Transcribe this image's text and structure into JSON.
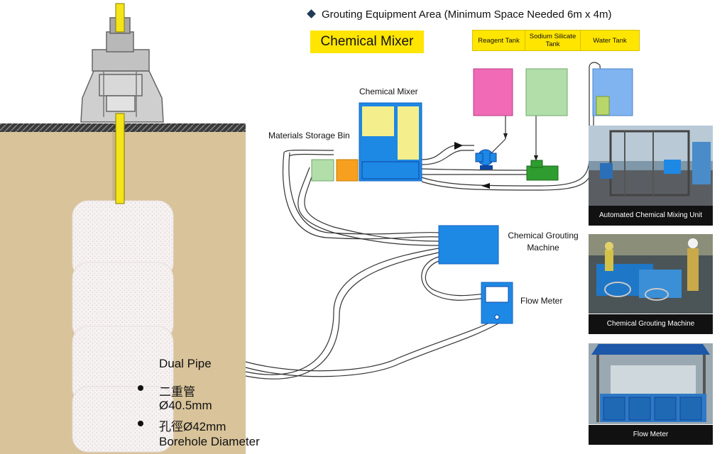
{
  "header": {
    "title": "Grouting Equipment Area (Minimum Space Needed 6m x 4m)",
    "mixer_banner": "Chemical Mixer",
    "tanks": [
      "Reagent Tank",
      "Sodium Silicate Tank",
      "Water Tank"
    ]
  },
  "labels": {
    "chemical_mixer": "Chemical Mixer",
    "storage_bin": "Materials Storage Bin",
    "grouting_machine": "Chemical Grouting Machine",
    "flow_meter": "Flow Meter"
  },
  "borehole": {
    "dual_pipe": "Dual Pipe",
    "dual_pipe_cn": "二重管",
    "pipe_dia": "Ø40.5mm",
    "borehole_cn": "孔徑Ø42mm",
    "borehole_en": "Borehole Diameter"
  },
  "photos": [
    {
      "caption": "Automated Chemical Mixing Unit"
    },
    {
      "caption": "Chemical Grouting Machine"
    },
    {
      "caption": "Flow Meter"
    }
  ],
  "colors": {
    "accent_yellow": "#ffe500",
    "equipment_blue": "#1e88e5",
    "reagent_pink": "#f06ab6",
    "silicate_green": "#b2deaa",
    "water_blue": "#7fb4f0",
    "soil": "#d8c39a"
  }
}
